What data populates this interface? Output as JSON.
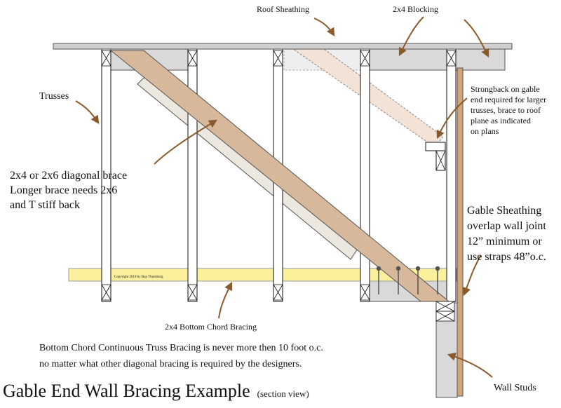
{
  "labels": {
    "roof_sheathing": "Roof Sheathing",
    "blocking": "2x4 Blocking",
    "trusses": "Trusses",
    "strongback": [
      "Strongback on gable",
      "end required for larger",
      "trusses, brace to roof",
      "plane as indicated",
      "on plans"
    ],
    "diagonal_brace": [
      "2x4 or 2x6 diagonal brace",
      "Longer brace needs 2x6",
      "and T stiff back"
    ],
    "gable_sheathing": [
      "Gable Sheathing",
      "overlap wall joint",
      "12” minimum or",
      "use straps 48”o.c."
    ],
    "copyright": "Copyright 2019 by Ray Thornburg",
    "bottom_chord_bracing": "2x4 Bottom Chord Bracing",
    "note": [
      "Bottom Chord Continuous Truss Bracing is never more then 10 foot o.c.",
      "no matter what other diagonal bracing is required by the designers."
    ],
    "wall_studs": "Wall Studs",
    "title": "Gable End Wall Bracing Example",
    "subtitle": "(section view)"
  },
  "colors": {
    "sheathing": "#cfcfcf",
    "blocking": "#d3d3d3",
    "brace": "#d8b89a",
    "brace_back": "#ece8e0",
    "bottom_chord": "#fbf19c",
    "gable_sheathing": "#d2a679",
    "arrow": "#8a5a2b"
  }
}
